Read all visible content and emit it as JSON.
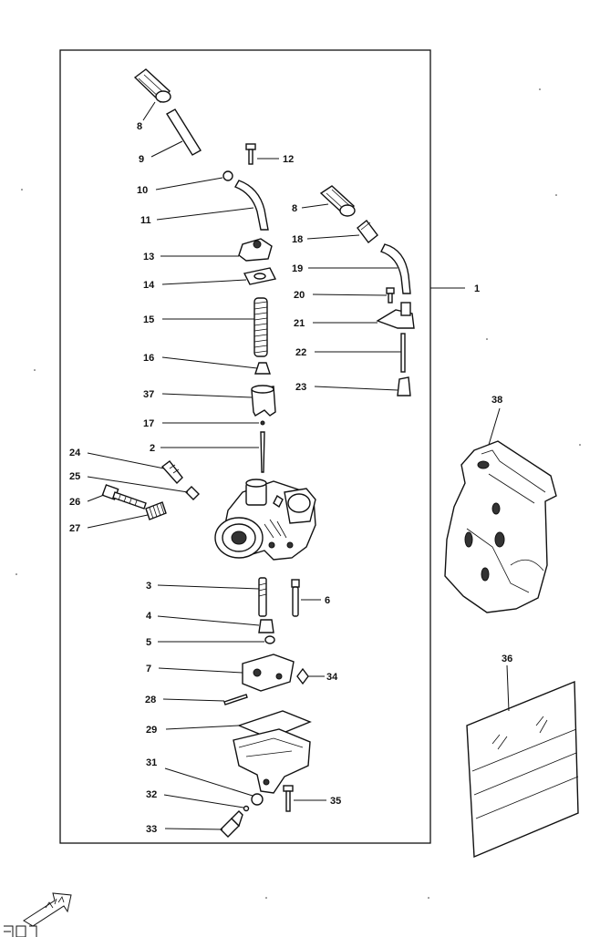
{
  "callouts": [
    "1",
    "2",
    "3",
    "4",
    "5",
    "6",
    "7",
    "8",
    "9",
    "10",
    "11",
    "12",
    "13",
    "14",
    "15",
    "16",
    "17",
    "18",
    "19",
    "20",
    "21",
    "22",
    "23",
    "24",
    "25",
    "26",
    "27",
    "28",
    "29",
    "31",
    "32",
    "33",
    "34",
    "35",
    "36",
    "37",
    "38"
  ],
  "icons": {
    "stamp": "fwd-arrow-stamp-icon"
  }
}
